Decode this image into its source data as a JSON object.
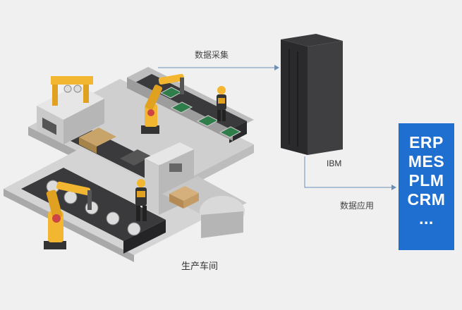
{
  "labels": {
    "data_collect": "数据采集",
    "server": "IBM",
    "data_app": "数据应用",
    "workshop": "生产车间"
  },
  "systems": [
    "ERP",
    "MES",
    "PLM",
    "CRM",
    "..."
  ],
  "colors": {
    "background": "#f0f0f0",
    "system_panel": "#1f6fd1",
    "arrow": "#6a8fb8",
    "server": "#2e2e30",
    "robot": "#f2b630",
    "belt": "#3a3a3c",
    "machine": "#d8d8d8"
  },
  "icons": [
    "server-tower-icon",
    "conveyor-belt-icon",
    "robot-arm-icon",
    "worker-icon",
    "box-icon"
  ]
}
